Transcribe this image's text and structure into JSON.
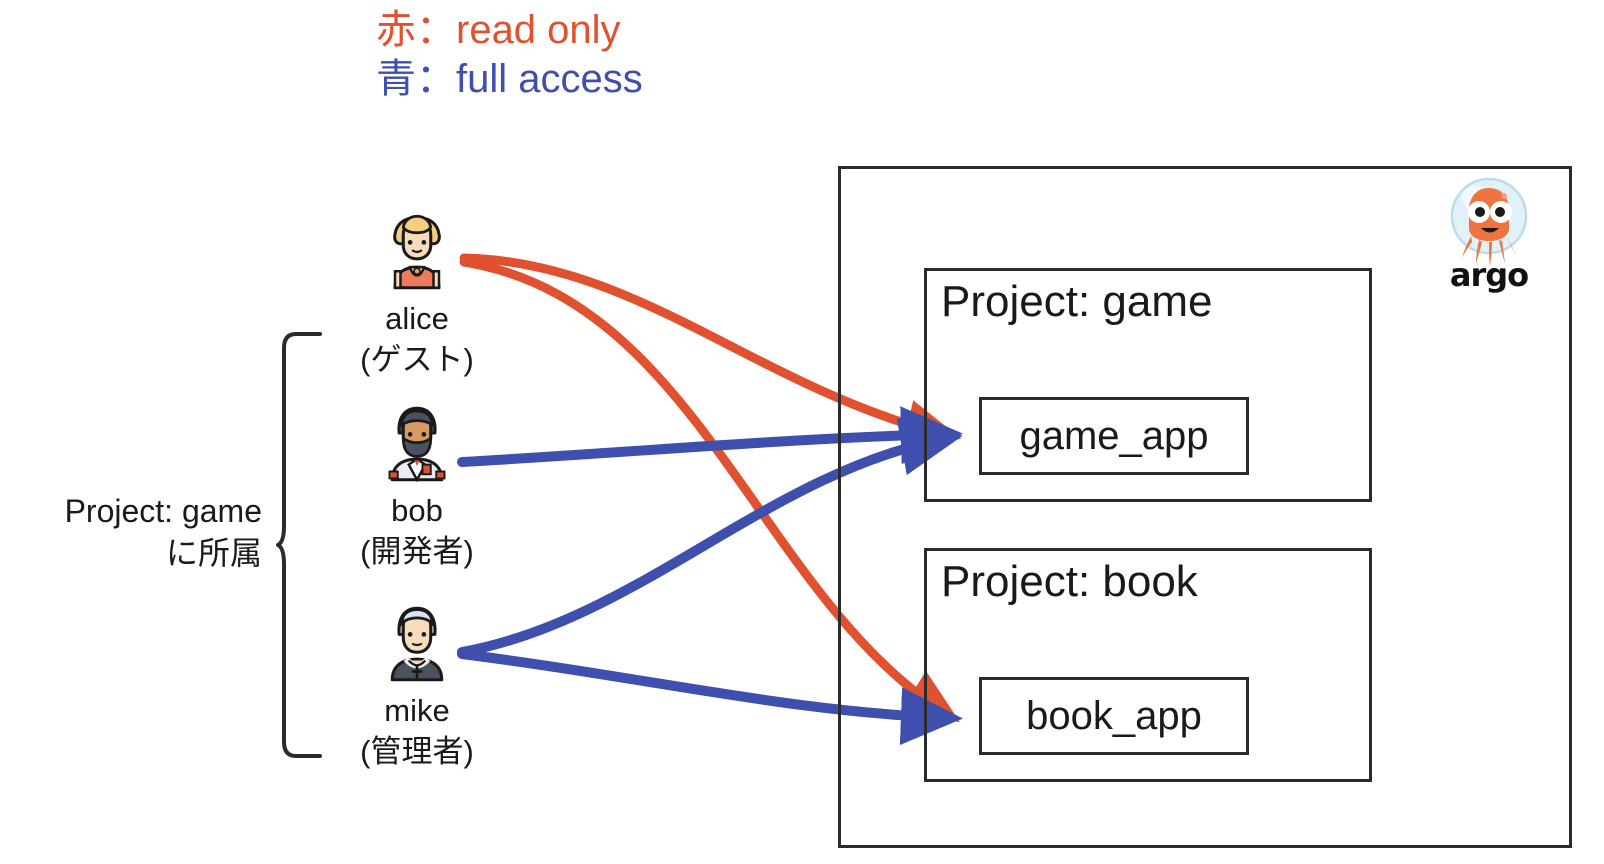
{
  "legend": {
    "lines": [
      {
        "label": "赤：read only",
        "color": "#E0512F",
        "meaning": "read only"
      },
      {
        "label": "青：full access",
        "color": "#3E4FAE",
        "meaning": "full access"
      }
    ]
  },
  "membership_note": {
    "line1": "Project: game",
    "line2": "に所属"
  },
  "users": [
    {
      "name": "alice",
      "role": "(ゲスト)",
      "icon": "woman-person-icon",
      "access": [
        {
          "target": "game_app",
          "type": "read only",
          "color": "#E0512F"
        },
        {
          "target": "book_app",
          "type": "read only",
          "color": "#E0512F"
        }
      ]
    },
    {
      "name": "bob",
      "role": "(開発者)",
      "icon": "man-technologist-person-icon",
      "access": [
        {
          "target": "game_app",
          "type": "full access",
          "color": "#3E4FAE"
        }
      ]
    },
    {
      "name": "mike",
      "role": "(管理者)",
      "icon": "older-man-person-icon",
      "access": [
        {
          "target": "game_app",
          "type": "full access",
          "color": "#3E4FAE"
        },
        {
          "target": "book_app",
          "type": "full access",
          "color": "#3E4FAE"
        }
      ]
    }
  ],
  "projects": [
    {
      "title": "Project: game",
      "app": "game_app"
    },
    {
      "title": "Project: book",
      "app": "book_app"
    }
  ],
  "branding": {
    "wordmark": "argo",
    "logo_icon": "argo-octopus-icon",
    "logo_color": "#EF7352"
  },
  "colors": {
    "red": "#E0512F",
    "blue": "#3E4FAE",
    "outline": "#2b2b2b",
    "text": "#1a1a1a",
    "background": "#ffffff"
  }
}
